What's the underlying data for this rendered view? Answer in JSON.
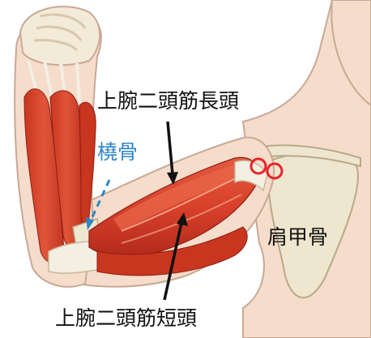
{
  "labels": {
    "biceps_long_head": "上腕二頭筋長頭",
    "biceps_short_head": "上腕二頭筋短頭",
    "radius": "橈骨",
    "scapula": "肩甲骨"
  },
  "colors": {
    "muscle": "#d8402b",
    "muscle_dark": "#b12a1a",
    "muscle_light": "#f08a6a",
    "skin": "#f5dccb",
    "skin_outline": "#c9a896",
    "bone": "#efe6cf",
    "tendon": "#f3efe2",
    "radius_label": "#2f86c8",
    "marker_circles": "#e8242a",
    "arrow": "#111111"
  },
  "icons": {
    "marker": "red-double-circle-icon"
  }
}
